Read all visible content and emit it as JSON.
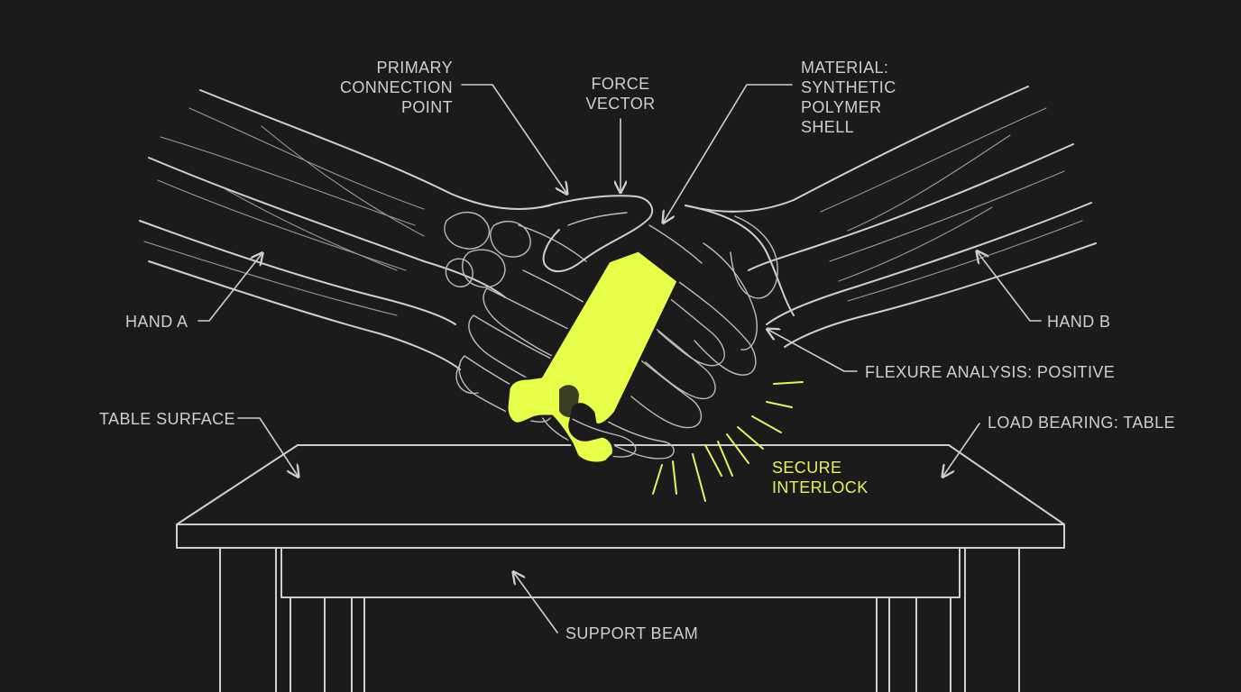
{
  "colors": {
    "background": "#1b1b1b",
    "line": "#cfcfcf",
    "accent": "#e8ff4a",
    "accent_text": "#e8f25a"
  },
  "labels": {
    "primary_connection_point": "PRIMARY\nCONNECTION\nPOINT",
    "force_vector": "FORCE\nVECTOR",
    "material": "MATERIAL:\nSYNTHETIC\nPOLYMER\nSHELL",
    "hand_a": "HAND A",
    "hand_b": "HAND B",
    "flexure_analysis": "FLEXURE ANALYSIS: POSITIVE",
    "table_surface": "TABLE SURFACE",
    "load_bearing": "LOAD BEARING: TABLE",
    "secure_interlock": "SECURE\nINTERLOCK",
    "support_beam": "SUPPORT BEAM"
  }
}
